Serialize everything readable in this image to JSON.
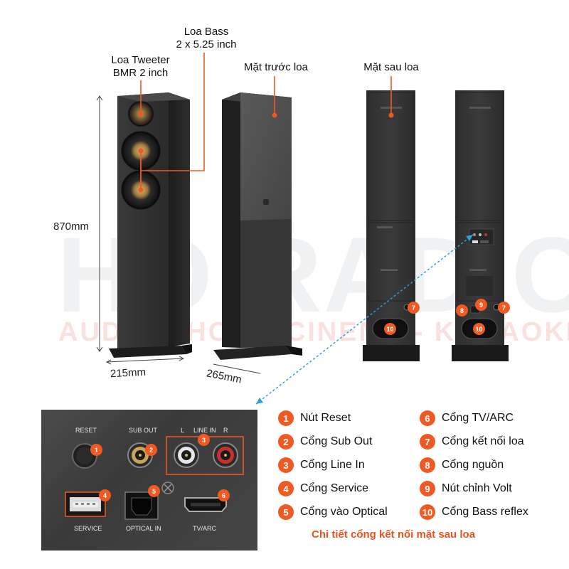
{
  "watermark": {
    "main": "HD RADIO",
    "sub": "AUDIO - HOME CINEMA - KARAOKE"
  },
  "callouts": {
    "bass_line1": "Loa Bass",
    "bass_line2": "2 x 5.25 inch",
    "tweeter_line1": "Loa Tweeter",
    "tweeter_line2": "BMR 2 inch",
    "front_label": "Mặt trước loa",
    "back_label": "Mặt sau loa"
  },
  "dimensions": {
    "height": "870mm",
    "width": "215mm",
    "depth": "265mm"
  },
  "panel_labels": {
    "reset": "RESET",
    "sub_out": "SUB OUT",
    "left": "L",
    "line_in": "LINE IN",
    "right": "R",
    "service": "SERVICE",
    "optical_in": "OPTICAL IN",
    "tv_arc": "TV/ARC"
  },
  "legend": [
    {
      "num": "1",
      "text": "Nút Reset"
    },
    {
      "num": "2",
      "text": "Cổng Sub Out"
    },
    {
      "num": "3",
      "text": "Cổng Line In"
    },
    {
      "num": "4",
      "text": "Cổng Service"
    },
    {
      "num": "5",
      "text": "Cổng vào Optical"
    },
    {
      "num": "6",
      "text": "Cổng TV/ARC"
    },
    {
      "num": "7",
      "text": "Cổng kết nối loa"
    },
    {
      "num": "8",
      "text": "Cổng nguồn"
    },
    {
      "num": "9",
      "text": "Nút chỉnh Volt"
    },
    {
      "num": "10",
      "text": "Cổng Bass reflex"
    }
  ],
  "footer": "Chi tiết cổng kết nối mặt sau loa",
  "colors": {
    "accent": "#f05a22",
    "footer": "#e8531f",
    "connector": "#2a9fd8"
  }
}
